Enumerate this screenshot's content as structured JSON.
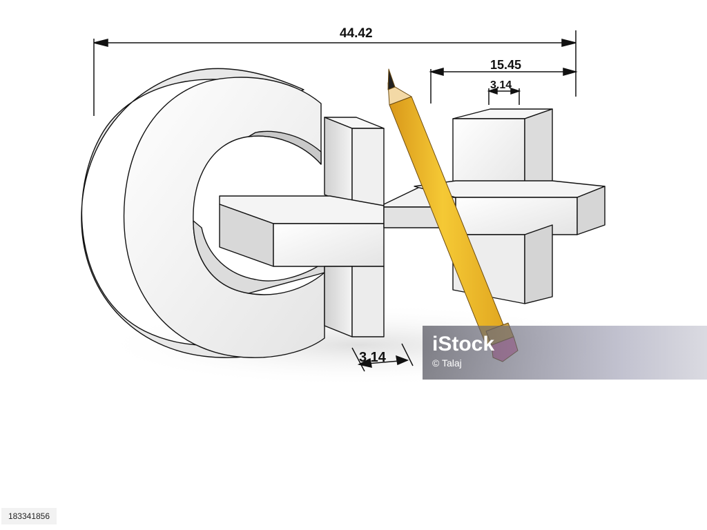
{
  "dimensions": {
    "overall_width": "44.42",
    "plus_width": "15.45",
    "plus_bar": "3.14",
    "base_depth": "3.14"
  },
  "watermark": {
    "logo": "iStock",
    "credit": "© Talaj"
  },
  "stock_id": "183341856",
  "colors": {
    "letter_fill": "#f2f2f2",
    "letter_shade": "#d6d6d6",
    "outline": "#111111",
    "pencil_body": "#f2c12a",
    "pencil_shade": "#d9981a",
    "pencil_wood": "#f3d9a6",
    "eraser": "#e07fb5"
  }
}
